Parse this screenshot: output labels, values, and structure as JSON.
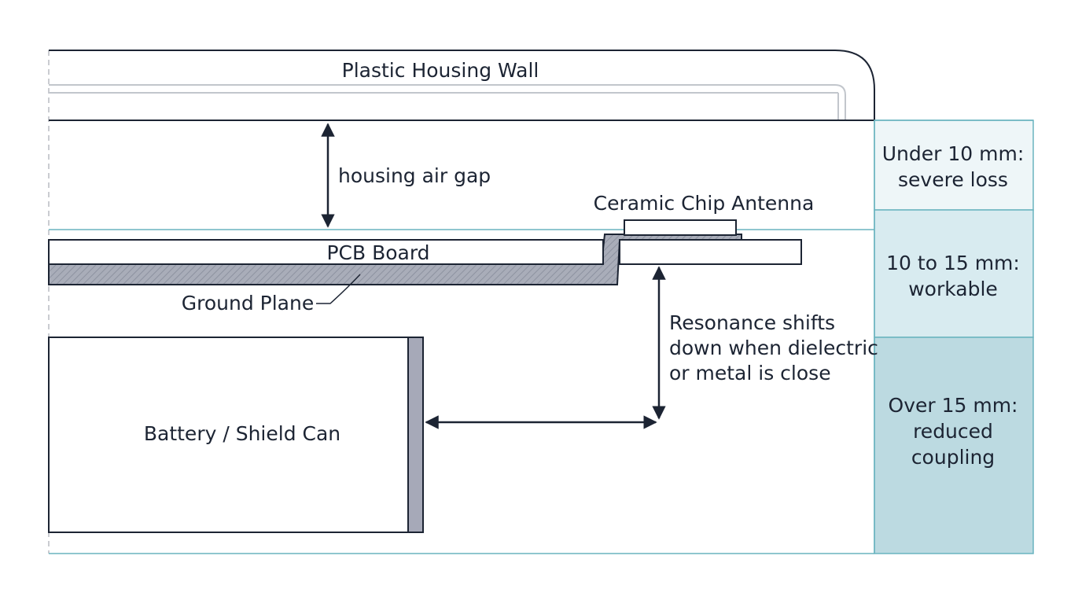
{
  "labels": {
    "housing_wall": "Plastic Housing Wall",
    "air_gap": "housing air gap",
    "antenna": "Ceramic Chip Antenna",
    "pcb": "PCB Board",
    "ground_plane": "Ground Plane",
    "battery": "Battery / Shield Can",
    "resonance": [
      "Resonance shifts",
      "down when dielectric",
      "or metal is close"
    ]
  },
  "zones": [
    {
      "lines": [
        "Under 10 mm:",
        "severe loss"
      ]
    },
    {
      "lines": [
        "10 to 15 mm:",
        "workable"
      ]
    },
    {
      "lines": [
        "Over 15 mm:",
        "reduced",
        "coupling"
      ]
    }
  ],
  "colors": {
    "ink": "#1c2433",
    "teal": "#6ab4bf",
    "zone1": "#eef6f8",
    "zone2": "#d8ebf0",
    "zone3": "#bcdae1",
    "hatch": "#9aa0ad",
    "shield": "#a6a9b8",
    "housing_inner": "#c2c6cc",
    "dashed": "#b8bcc2"
  }
}
